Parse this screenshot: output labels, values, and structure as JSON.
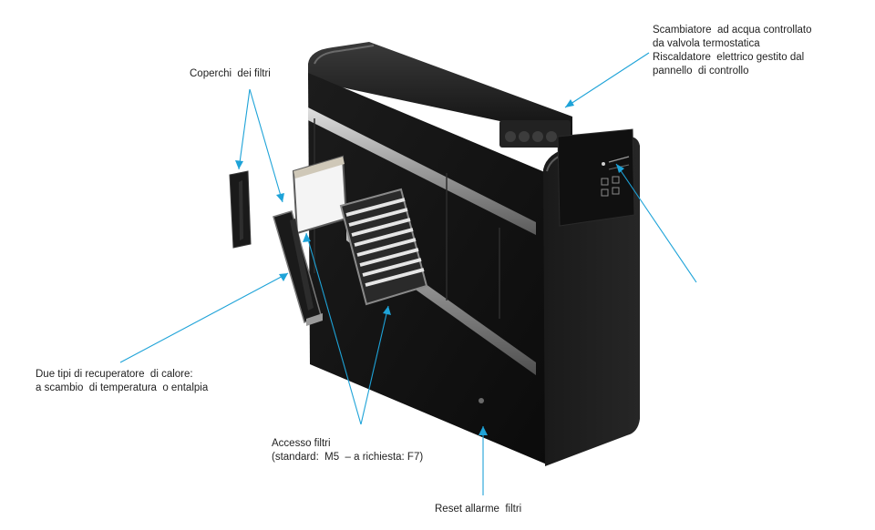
{
  "colors": {
    "callout_line": "#1ea3d8",
    "unit_body": "#141414",
    "label_text": "#222222"
  },
  "labels": {
    "filter_covers": "Coperchi  dei filtri",
    "water_exchanger": "Scambiatore  ad acqua controllato\nda valvola termostatica\nRiscaldatore  elettrico gestito dal\npannello  di controllo",
    "heat_recovery": "Due tipi di recuperatore  di calore:\na scambio  di temperatura  o entalpia",
    "filter_access": "Accesso filtri\n(standard:  M5  – a richiesta: F7)",
    "filter_alarm_reset": "Reset allarme  filtri"
  }
}
